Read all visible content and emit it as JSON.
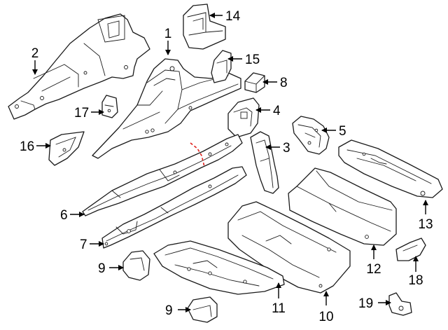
{
  "diagram": {
    "callouts": [
      {
        "id": "c1",
        "label": "1"
      },
      {
        "id": "c2",
        "label": "2"
      },
      {
        "id": "c3",
        "label": "3"
      },
      {
        "id": "c4",
        "label": "4"
      },
      {
        "id": "c5",
        "label": "5"
      },
      {
        "id": "c6",
        "label": "6"
      },
      {
        "id": "c7",
        "label": "7"
      },
      {
        "id": "c8",
        "label": "8"
      },
      {
        "id": "c9a",
        "label": "9"
      },
      {
        "id": "c9b",
        "label": "9"
      },
      {
        "id": "c10",
        "label": "10"
      },
      {
        "id": "c11",
        "label": "11"
      },
      {
        "id": "c12",
        "label": "12"
      },
      {
        "id": "c13",
        "label": "13"
      },
      {
        "id": "c14",
        "label": "14"
      },
      {
        "id": "c15",
        "label": "15"
      },
      {
        "id": "c16",
        "label": "16"
      },
      {
        "id": "c17",
        "label": "17"
      },
      {
        "id": "c18",
        "label": "18"
      },
      {
        "id": "c19",
        "label": "19"
      }
    ],
    "colors": {
      "line": "#1a1a1a",
      "background": "#ffffff",
      "cut_line": "#e0201c"
    }
  }
}
